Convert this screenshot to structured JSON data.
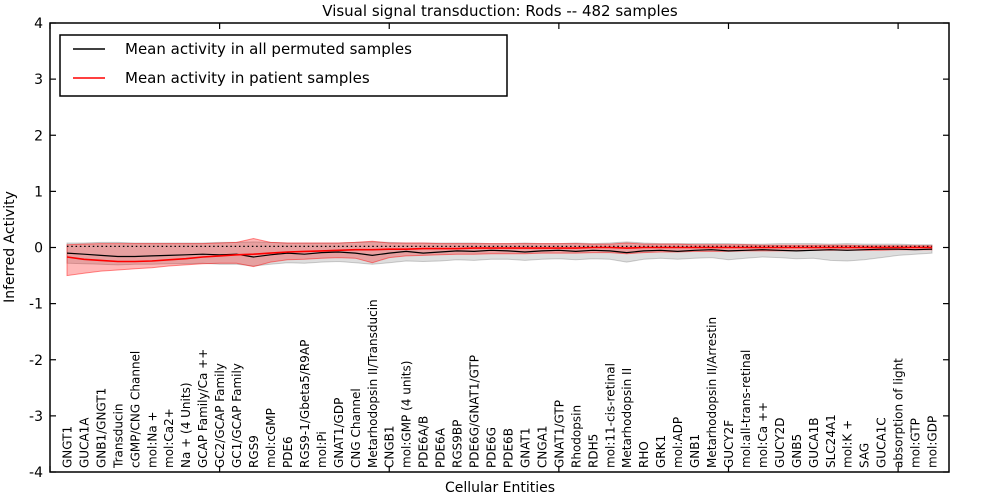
{
  "title": "Visual signal transduction: Rods -- 482 samples",
  "legend": {
    "items": [
      {
        "label": "Mean activity in all permuted samples",
        "color": "#000000"
      },
      {
        "label": "Mean activity in patient samples",
        "color": "#ff0000"
      }
    ]
  },
  "chart_data": {
    "type": "line",
    "title": "Visual signal transduction: Rods -- 482 samples",
    "xlabel": "Cellular Entities",
    "ylabel": "Inferred Activity",
    "ylim": [
      -4,
      4
    ],
    "yticks": [
      "-4",
      "-3",
      "-2",
      "-1",
      "0",
      "1",
      "2",
      "3",
      "4"
    ],
    "ytick_values": [
      -4,
      -3,
      -2,
      -1,
      0,
      1,
      2,
      3,
      4
    ],
    "xtick_positions": [
      0,
      10,
      20,
      30,
      40,
      50
    ],
    "grid": false,
    "legend_position": "upper left",
    "background": "#ffffff",
    "categories": [
      "GNGT1",
      "GUCA1A",
      "GNB1/GNGT1",
      "Transducin",
      "cGMP/CNG Channel",
      "mol:Na +",
      "mol:Ca2+",
      "Na + (4 Units)",
      "GCAP Family/Ca ++",
      "GC2/GCAP Family",
      "GC1/GCAP Family",
      "RGS9",
      "mol:cGMP",
      "PDE6",
      "RGS9-1/Gbeta5/R9AP",
      "mol:Pi",
      "GNAT1/GDP",
      "CNG Channel",
      "Metarhodopsin II/Transducin",
      "CNGB1",
      "mol:GMP (4 units)",
      "PDE6A/B",
      "PDE6A",
      "RGS9BP",
      "PDE6G/GNAT1/GTP",
      "PDE6G",
      "PDE6B",
      "GNAT1",
      "CNGA1",
      "GNAT1/GTP",
      "Rhodopsin",
      "RDH5",
      "mol:11-cis-retinal",
      "Metarhodopsin II",
      "RHO",
      "GRK1",
      "mol:ADP",
      "GNB1",
      "Metarhodopsin II/Arrestin",
      "GUCY2F",
      "mol:all-trans-retinal",
      "mol:Ca ++",
      "GUCY2D",
      "GNB5",
      "GUCA1B",
      "SLC24A1",
      "mol:K +",
      "SAG",
      "GUCA1C",
      "absorption of light",
      "mol:GTP",
      "mol:GDP"
    ],
    "threshold_line": {
      "style": "dotted",
      "color": "#000000",
      "value": 0.02
    },
    "series": [
      {
        "name": "Mean activity in all permuted samples",
        "color": "#000000",
        "values": [
          -0.1,
          -0.12,
          -0.14,
          -0.16,
          -0.16,
          -0.15,
          -0.14,
          -0.13,
          -0.12,
          -0.13,
          -0.12,
          -0.17,
          -0.13,
          -0.1,
          -0.12,
          -0.09,
          -0.08,
          -0.1,
          -0.14,
          -0.1,
          -0.07,
          -0.1,
          -0.08,
          -0.06,
          -0.07,
          -0.05,
          -0.06,
          -0.08,
          -0.06,
          -0.05,
          -0.07,
          -0.05,
          -0.06,
          -0.09,
          -0.06,
          -0.05,
          -0.07,
          -0.05,
          -0.04,
          -0.06,
          -0.05,
          -0.04,
          -0.05,
          -0.06,
          -0.05,
          -0.04,
          -0.05,
          -0.04,
          -0.03,
          -0.03,
          -0.04,
          -0.03
        ]
      },
      {
        "name": "Mean activity in patient samples",
        "color": "#ff0000",
        "values": [
          -0.17,
          -0.21,
          -0.23,
          -0.25,
          -0.25,
          -0.24,
          -0.22,
          -0.2,
          -0.17,
          -0.15,
          -0.13,
          -0.12,
          -0.1,
          -0.08,
          -0.07,
          -0.06,
          -0.05,
          -0.04,
          -0.04,
          -0.03,
          -0.03,
          -0.02,
          -0.02,
          -0.02,
          -0.01,
          -0.01,
          -0.01,
          -0.01,
          -0.01,
          -0.01,
          -0.01,
          0,
          0,
          -0.01,
          0,
          0,
          0,
          0,
          0,
          0,
          0,
          0,
          0,
          0,
          0,
          0,
          0,
          0,
          0,
          0,
          0,
          0
        ]
      }
    ],
    "bands": [
      {
        "name": "permuted-range",
        "color": "#000000",
        "fill_opacity": 0.13,
        "edge_opacity": 0.18,
        "upper": [
          0.08,
          0.08,
          0.09,
          0.09,
          0.08,
          0.08,
          0.08,
          0.08,
          0.08,
          0.09,
          0.09,
          0.1,
          0.09,
          0.08,
          0.08,
          0.08,
          0.08,
          0.09,
          0.1,
          0.09,
          0.08,
          0.08,
          0.08,
          0.08,
          0.08,
          0.07,
          0.07,
          0.08,
          0.07,
          0.07,
          0.08,
          0.07,
          0.08,
          0.1,
          0.08,
          0.07,
          0.07,
          0.07,
          0.07,
          0.07,
          0.06,
          0.06,
          0.07,
          0.07,
          0.07,
          0.06,
          0.07,
          0.06,
          0.06,
          0.06,
          0.05,
          0.05
        ],
        "lower": [
          -0.28,
          -0.29,
          -0.3,
          -0.31,
          -0.3,
          -0.3,
          -0.29,
          -0.29,
          -0.28,
          -0.3,
          -0.3,
          -0.33,
          -0.3,
          -0.27,
          -0.28,
          -0.26,
          -0.25,
          -0.27,
          -0.3,
          -0.27,
          -0.24,
          -0.25,
          -0.24,
          -0.22,
          -0.23,
          -0.21,
          -0.21,
          -0.23,
          -0.21,
          -0.2,
          -0.22,
          -0.2,
          -0.21,
          -0.26,
          -0.21,
          -0.19,
          -0.21,
          -0.19,
          -0.18,
          -0.22,
          -0.19,
          -0.17,
          -0.18,
          -0.2,
          -0.19,
          -0.23,
          -0.24,
          -0.22,
          -0.18,
          -0.14,
          -0.12,
          -0.1
        ]
      },
      {
        "name": "patient-range",
        "color": "#ff0000",
        "fill_opacity": 0.28,
        "edge_opacity": 0.45,
        "upper": [
          0.05,
          0.06,
          0.07,
          0.07,
          0.07,
          0.07,
          0.07,
          0.07,
          0.07,
          0.08,
          0.09,
          0.16,
          0.09,
          0.08,
          0.08,
          0.08,
          0.08,
          0.09,
          0.11,
          0.08,
          0.08,
          0.08,
          0.07,
          0.07,
          0.07,
          0.07,
          0.07,
          0.07,
          0.07,
          0.07,
          0.07,
          0.06,
          0.06,
          0.08,
          0.06,
          0.06,
          0.06,
          0.05,
          0.05,
          0.05,
          0.05,
          0.04,
          0.04,
          0.04,
          0.04,
          0.04,
          0.04,
          0.03,
          0.03,
          0.03,
          0.03,
          0.03
        ],
        "lower": [
          -0.5,
          -0.46,
          -0.42,
          -0.4,
          -0.38,
          -0.36,
          -0.33,
          -0.31,
          -0.29,
          -0.28,
          -0.28,
          -0.34,
          -0.26,
          -0.22,
          -0.21,
          -0.19,
          -0.18,
          -0.19,
          -0.27,
          -0.18,
          -0.15,
          -0.14,
          -0.13,
          -0.12,
          -0.12,
          -0.11,
          -0.11,
          -0.11,
          -0.1,
          -0.1,
          -0.1,
          -0.09,
          -0.09,
          -0.11,
          -0.09,
          -0.08,
          -0.08,
          -0.07,
          -0.07,
          -0.07,
          -0.06,
          -0.06,
          -0.06,
          -0.06,
          -0.05,
          -0.05,
          -0.05,
          -0.05,
          -0.05,
          -0.04,
          -0.04,
          -0.04
        ]
      }
    ]
  }
}
